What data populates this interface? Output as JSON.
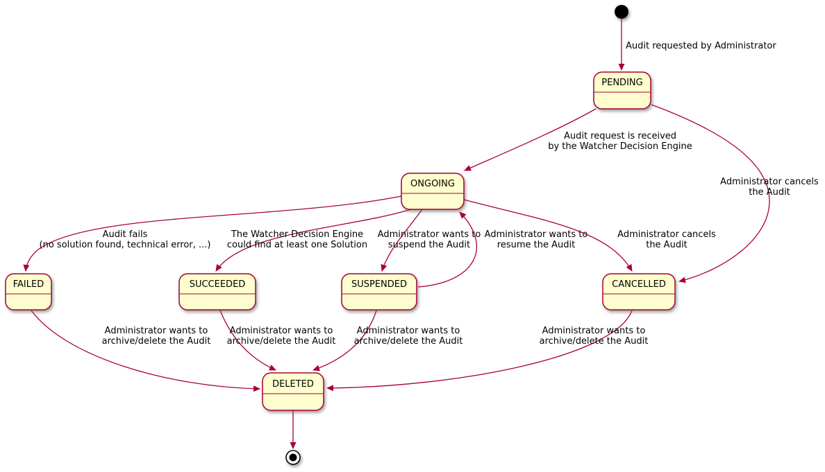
{
  "diagram": {
    "type": "state-machine",
    "states": {
      "pending": "PENDING",
      "ongoing": "ONGOING",
      "failed": "FAILED",
      "succeeded": "SUCCEEDED",
      "suspended": "SUSPENDED",
      "cancelled": "CANCELLED",
      "deleted": "DELETED"
    },
    "terminals": {
      "initial_state": "filled-circle",
      "final_state": "bullseye-circle"
    },
    "transitions": {
      "init_to_pending": [
        "Audit requested by Administrator"
      ],
      "pending_to_ongoing": [
        "Audit request is received",
        "by the Watcher Decision Engine"
      ],
      "pending_to_cancelled": [
        "Administrator cancels",
        "the Audit"
      ],
      "ongoing_to_failed": [
        "Audit fails",
        "(no solution found, technical error, ...)"
      ],
      "ongoing_to_succeeded": [
        "The Watcher Decision Engine",
        "could find at least one Solution"
      ],
      "ongoing_to_suspended": [
        "Administrator wants to",
        "suspend the Audit"
      ],
      "suspended_to_ongoing": [
        "Administrator wants to",
        "resume the Audit"
      ],
      "ongoing_to_cancelled": [
        "Administrator cancels",
        "the Audit"
      ],
      "failed_to_deleted": [
        "Administrator wants to",
        "archive/delete the Audit"
      ],
      "succeeded_to_deleted": [
        "Administrator wants to",
        "archive/delete the Audit"
      ],
      "suspended_to_deleted": [
        "Administrator wants to",
        "archive/delete the Audit"
      ],
      "cancelled_to_deleted": [
        "Administrator wants to",
        "archive/delete the Audit"
      ]
    },
    "colors": {
      "state_fill": "#FEFECE",
      "state_border": "#A80036",
      "arrow": "#A80036",
      "text": "#000000"
    }
  }
}
